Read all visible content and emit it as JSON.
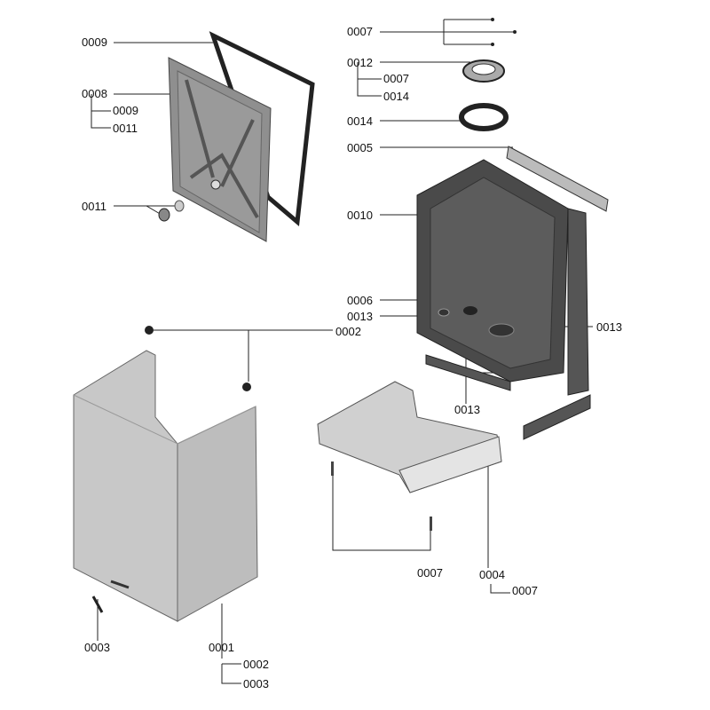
{
  "labels": {
    "gasket_top": "0009",
    "panel": "0008",
    "panel_sub_gasket": "0009",
    "panel_sub_plug": "0011",
    "plug": "0011",
    "screws_top": "0007",
    "flange": "0012",
    "flange_sub_screw": "0007",
    "flange_sub_ring": "0014",
    "ring": "0014",
    "bracket": "0005",
    "housing": "0010",
    "housing_part": "0006",
    "grommet_left": "0013",
    "foot": "0002",
    "grommet_right": "0013",
    "grommet_bottom": "0013",
    "screws_base": "0007",
    "base": "0004",
    "base_sub_screw": "0007",
    "clip": "0003",
    "casing": "0001",
    "casing_sub_foot": "0002",
    "casing_sub_clip": "0003"
  },
  "colors": {
    "line": "#222222",
    "panel": "#8f8f8f",
    "housing": "#4a4a4a",
    "casing": "#c8c8c8"
  }
}
